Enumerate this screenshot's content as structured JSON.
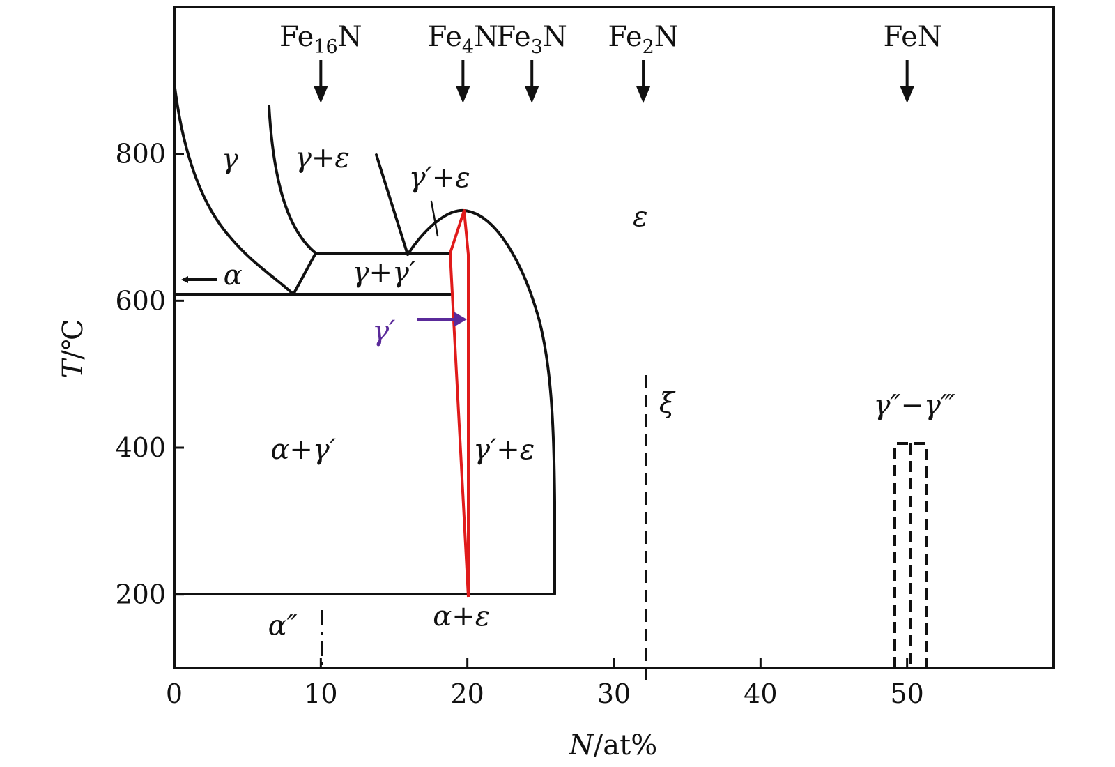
{
  "chart_data": {
    "type": "phase-diagram",
    "title": "",
    "xlabel": {
      "var": "N",
      "unit": "/at%"
    },
    "ylabel": {
      "var": "T",
      "unit": "/℃"
    },
    "xlim": [
      0,
      60
    ],
    "ylim": [
      100,
      1000
    ],
    "xticks": [
      0,
      10,
      20,
      30,
      40,
      50
    ],
    "yticks": [
      200,
      400,
      600,
      800
    ],
    "colors": {
      "line": "#111111",
      "gamma_prime": "#e01b1b",
      "gamma_prime_label": "#5a2a9a"
    },
    "compounds": [
      {
        "id": "fe16n",
        "base": "Fe",
        "sub": "16",
        "tail": "N",
        "x": 10
      },
      {
        "id": "fe4n",
        "base": "Fe",
        "sub": "4",
        "tail": "N",
        "x": 19.7
      },
      {
        "id": "fe3n",
        "base": "Fe",
        "sub": "3",
        "tail": "N",
        "x": 24.4
      },
      {
        "id": "fe2n",
        "base": "Fe",
        "sub": "2",
        "tail": "N",
        "x": 32
      },
      {
        "id": "fen",
        "base": "FeN",
        "sub": "",
        "tail": "",
        "x": 50
      }
    ],
    "phase_labels": [
      {
        "id": "gamma",
        "text": "γ",
        "x": 3.8,
        "y": 780
      },
      {
        "id": "gamma-eps",
        "text": "γ+ε",
        "x": 10.1,
        "y": 782
      },
      {
        "id": "gamma-prime-eps-top",
        "text": "γ′+ε",
        "x": 18.1,
        "y": 755
      },
      {
        "id": "epsilon",
        "text": "ε",
        "x": 31.8,
        "y": 702
      },
      {
        "id": "alpha-arrow",
        "text": "α",
        "x": 4.0,
        "y": 622
      },
      {
        "id": "gamma-gamma-prime",
        "text": "γ+γ′",
        "x": 14.3,
        "y": 626
      },
      {
        "id": "gamma-prime",
        "text": "γ′",
        "x": 14.3,
        "y": 546
      },
      {
        "id": "xi",
        "text": "ξ",
        "x": 33.6,
        "y": 448
      },
      {
        "id": "gamma2-gamma3",
        "text": "γ″−γ‴",
        "x": 50.5,
        "y": 445
      },
      {
        "id": "alpha-gamma-prime",
        "text": "α+γ′",
        "x": 8.8,
        "y": 385
      },
      {
        "id": "gamma-prime-eps-low",
        "text": "γ′+ε",
        "x": 22.5,
        "y": 385
      },
      {
        "id": "alpha2",
        "text": "α″",
        "x": 7.4,
        "y": 145
      },
      {
        "id": "alpha-eps",
        "text": "α+ε",
        "x": 19.6,
        "y": 158
      }
    ]
  }
}
